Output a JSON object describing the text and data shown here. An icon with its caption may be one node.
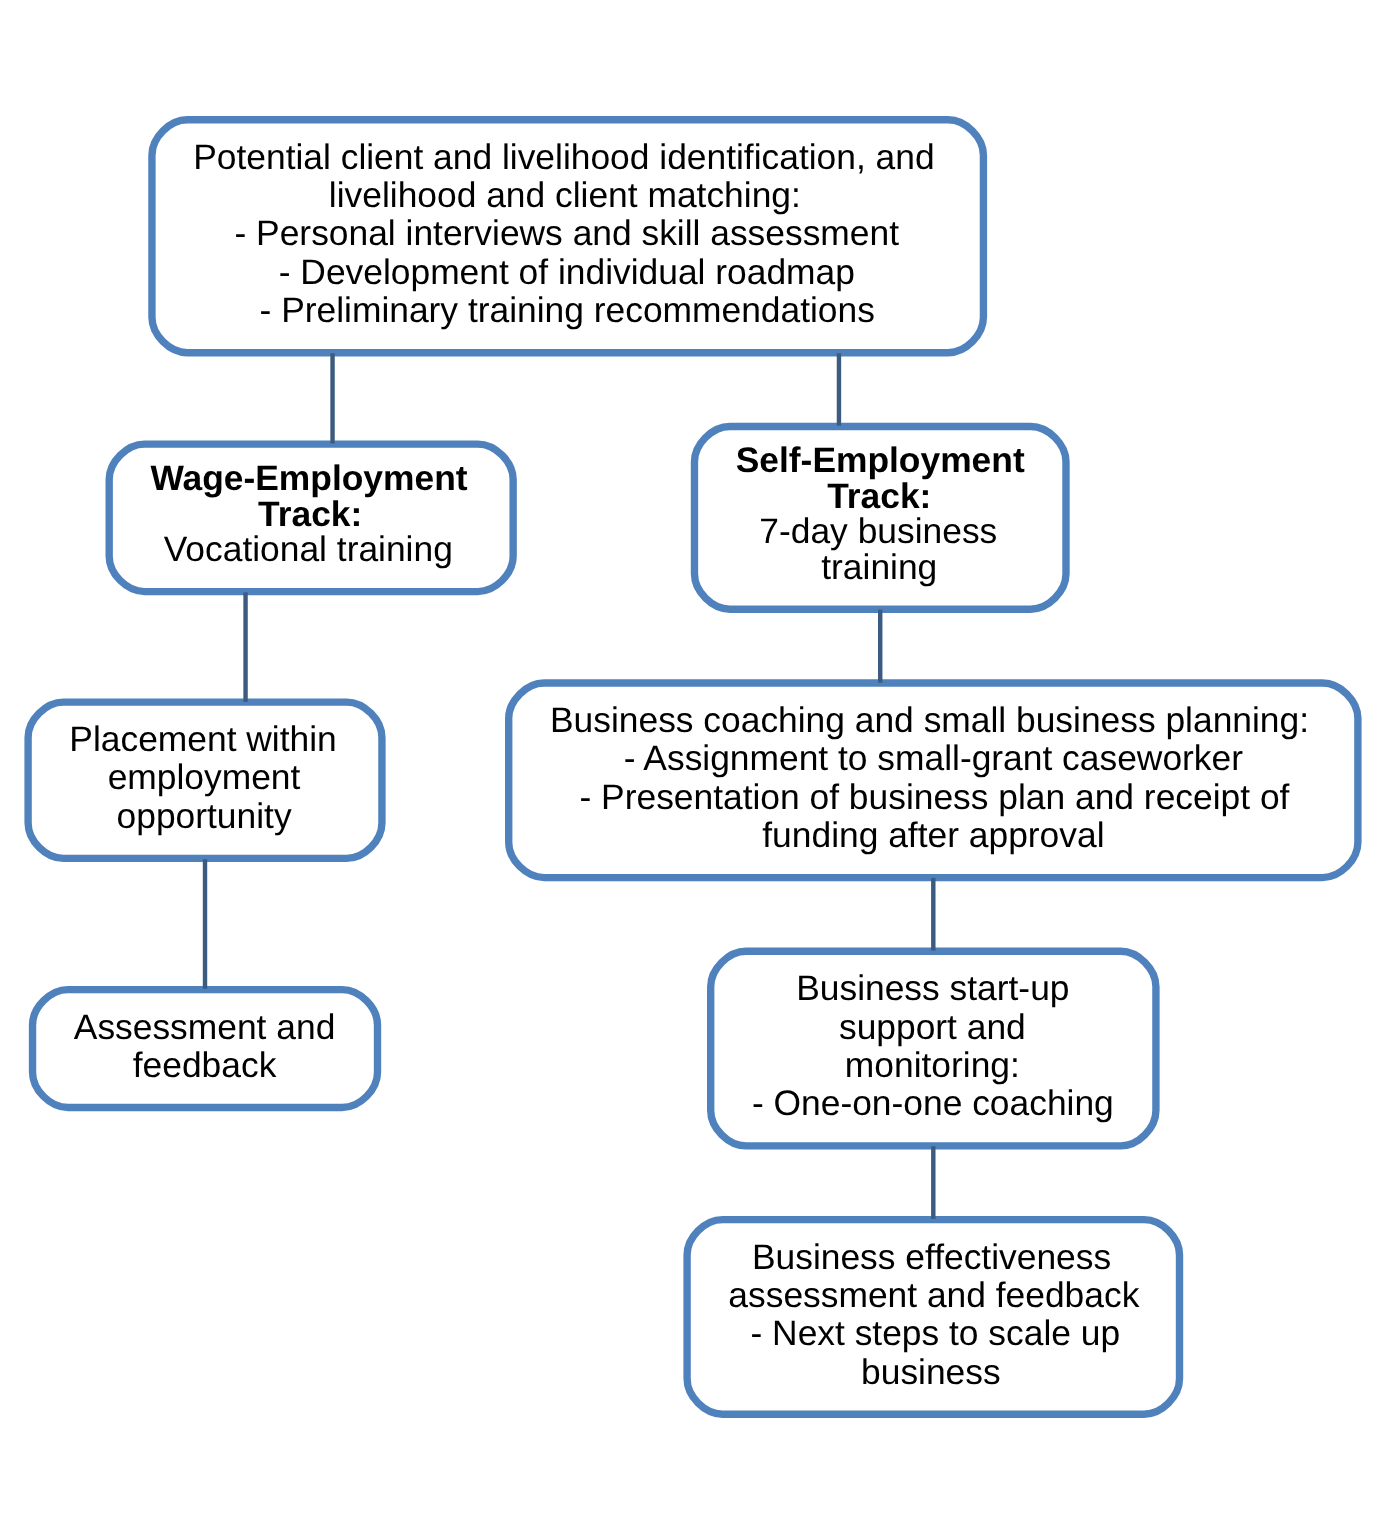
{
  "diagram": {
    "nodes": [
      {
        "text": [
          "Potential client and livelihood identification, and livelihood and client matching:",
          "- Personal interviews and skill assessment",
          "- Development of individual roadmap",
          "- Preliminary training recommendations"
        ]
      },
      {
        "text": [
          "Wage-Employment Track:",
          "Vocational training"
        ]
      },
      {
        "text": [
          "Self-Employment Track:",
          "7-day business training"
        ]
      },
      {
        "text": [
          "Placement within employment opportunity"
        ]
      },
      {
        "text": [
          "Assessment and feedback"
        ]
      },
      {
        "text": [
          "Business coaching and small business planning:",
          "- Assignment to small-grant caseworker",
          "- Presentation of business plan and receipt of funding after approval"
        ]
      },
      {
        "text": [
          "Business start-up support and monitoring:",
          "- One-on-one coaching"
        ]
      },
      {
        "text": [
          "Business effectiveness assessment and feedback",
          "- Next steps to scale up business"
        ]
      }
    ],
    "edges": [
      {
        "from": 0,
        "to": 1,
        "arrow": "none"
      },
      {
        "from": 0,
        "to": 2,
        "arrow": "none"
      },
      {
        "from": 1,
        "to": 3,
        "arrow": "none"
      },
      {
        "from": 3,
        "to": 4,
        "arrow": "none"
      },
      {
        "from": 2,
        "to": 5,
        "arrow": "none"
      },
      {
        "from": 5,
        "to": 6,
        "arrow": "none"
      },
      {
        "from": 6,
        "to": 7,
        "arrow": "none"
      }
    ]
  }
}
